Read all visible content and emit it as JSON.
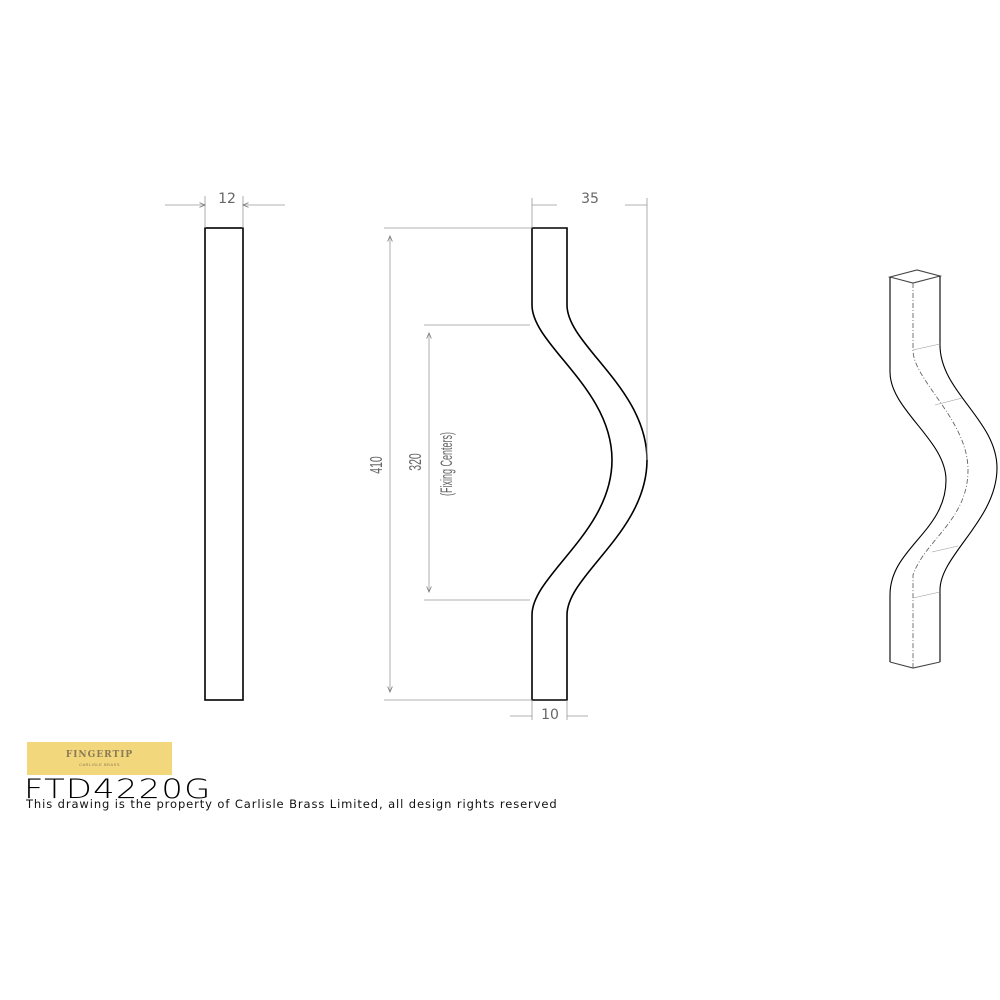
{
  "logo": {
    "brand": "FINGERTIP",
    "sub": "CARLISLE BRASS",
    "background": "#f3d77c"
  },
  "product_code": "FTD4220G",
  "copyright_note": "This drawing is the property of Carlisle Brass Limited, all design rights reserved",
  "dimensions": {
    "side_width": "12",
    "overall_depth": "35",
    "overall_length": "410",
    "fixing_centers_value": "320",
    "fixing_centers_label": "(Fixing Centers)",
    "bar_width": "10"
  },
  "views": [
    "side-view",
    "front-view",
    "isometric-view"
  ]
}
